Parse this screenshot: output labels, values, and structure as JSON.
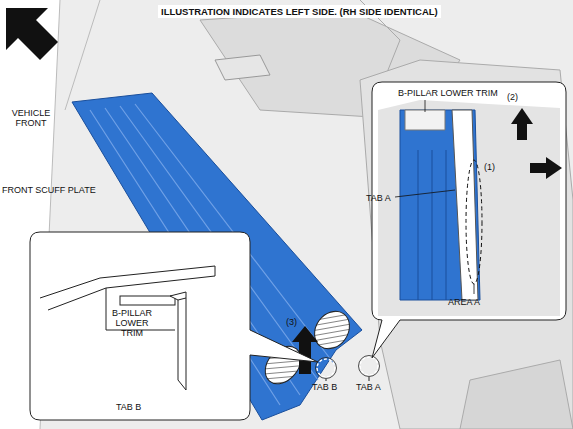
{
  "diagram": {
    "title": "ILLUSTRATION INDICATES LEFT SIDE. (RH SIDE IDENTICAL)",
    "labels": [
      "VEHICLE FRONT",
      "FRONT SCUFF PLATE",
      "B-PILLAR LOWER TRIM",
      "TAB A",
      "(2)",
      "(1)",
      "AREA A",
      "B-PILLAR LOWER TRIM",
      "TAB B",
      "(3)",
      "TAB B",
      "TAB A"
    ]
  }
}
